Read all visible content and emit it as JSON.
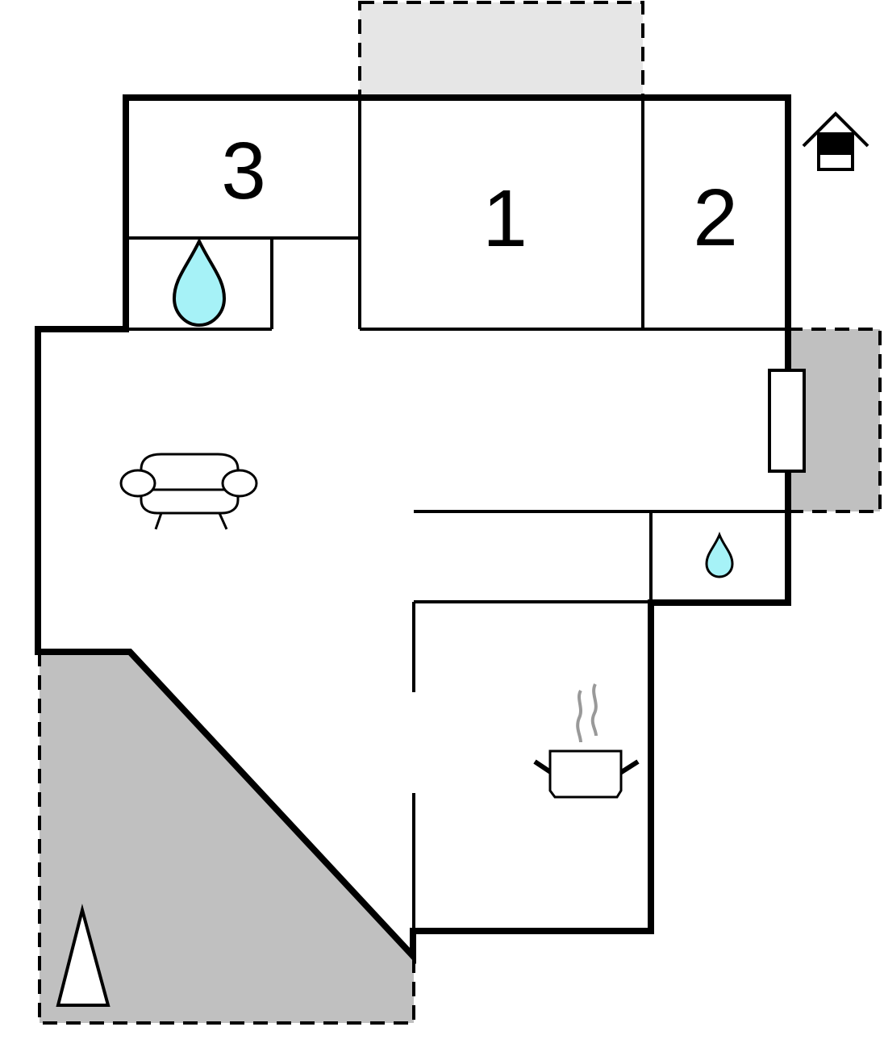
{
  "rooms": [
    {
      "id": "1",
      "label": "1"
    },
    {
      "id": "2",
      "label": "2"
    },
    {
      "id": "3",
      "label": "3"
    }
  ],
  "icons": {
    "house_entrance": "house-entrance-icon",
    "bathroom_water": "water-drop-icon",
    "toilet_water": "water-drop-icon",
    "sofa": "sofa-icon",
    "cooking_pot": "cooking-pot-icon",
    "north_arrow": "north-arrow-icon",
    "radiator": "heater-icon"
  },
  "colors": {
    "wall": "#000000",
    "terrace": "#c0c0c0",
    "balcony": "#e6e6e6",
    "water": "#a6f2f7",
    "steam": "#999999"
  }
}
